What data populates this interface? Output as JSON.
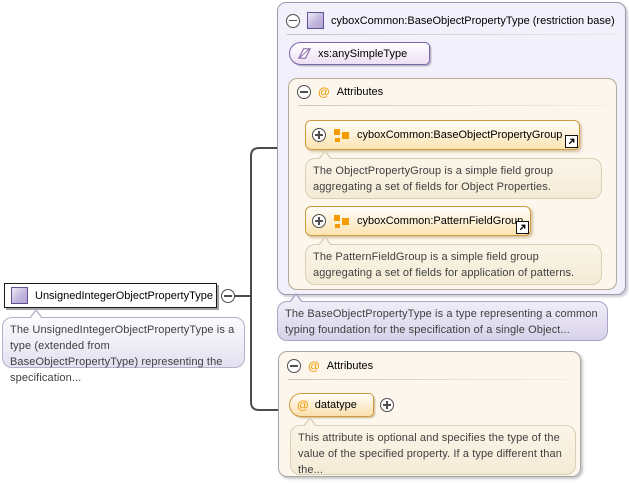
{
  "icons": {
    "at_glyph": "@"
  },
  "colors": {
    "purple_border": "#7a64a8",
    "orange_border": "#cf9a3e",
    "orange_icon": "#f59c00",
    "panel_lavender_bg": "#f2f0fa",
    "panel_cream_bg": "#fdf6ec",
    "connector": "#4b4b4b"
  },
  "root_element": {
    "label": "UnsignedIntegerObjectPropertyType",
    "tooltip": "The UnsignedIntegerObjectPropertyType is a type (extended from BaseObjectPropertyType) representing the specification..."
  },
  "base_type_panel": {
    "title": "cyboxCommon:BaseObjectPropertyType (restriction base)",
    "base_type": "xs:anySimpleType",
    "tooltip": "The BaseObjectPropertyType is a type representing a common typing foundation for the specification of a single Object...",
    "attributes_section": {
      "title": "Attributes",
      "groups": [
        {
          "label": "cyboxCommon:BaseObjectPropertyGroup",
          "tooltip": "The ObjectPropertyGroup is a simple field group aggregating a set of fields for Object Properties."
        },
        {
          "label": "cyboxCommon:PatternFieldGroup",
          "tooltip": "The PatternFieldGroup is a simple field group aggregating a set of fields for application of patterns."
        }
      ]
    }
  },
  "attributes_panel": {
    "title": "Attributes",
    "attributes": [
      {
        "name": "datatype",
        "tooltip": "This attribute is optional and specifies the type of the value of the specified property. If a type different than the..."
      }
    ]
  }
}
